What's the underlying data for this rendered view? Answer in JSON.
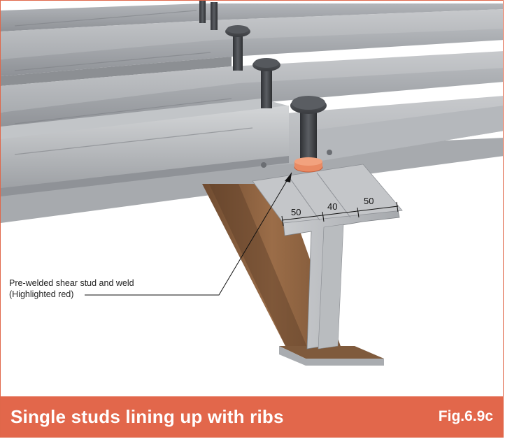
{
  "caption": "Single studs lining up with ribs",
  "figure_number": "Fig.6.9c",
  "callout": {
    "line1": "Pre-welded shear stud and weld",
    "line2": "(Highlighted red)"
  },
  "dimensions": {
    "left": "50",
    "middle": "40",
    "right": "50"
  },
  "colors": {
    "accent": "#e2674b",
    "weld": "#e98a63",
    "beam": "#8a6242",
    "deck": "#b9bcbf",
    "stud": "#4a4c50"
  }
}
